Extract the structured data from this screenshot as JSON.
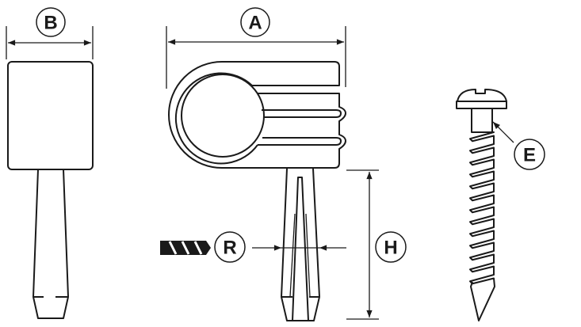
{
  "labels": {
    "width_body": "A",
    "width_side": "B",
    "screw_diameter": "E",
    "height": "H",
    "drill_diameter": "R"
  },
  "colors": {
    "stroke": "#1a1a1a",
    "background": "#ffffff"
  }
}
